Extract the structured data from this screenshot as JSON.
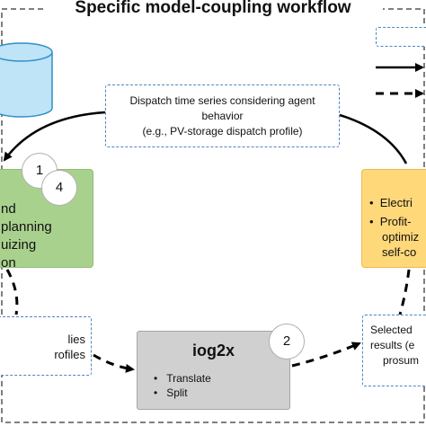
{
  "title": "Specific model-coupling workflow",
  "dispatch_box": {
    "line1": "Dispatch time series considering agent",
    "line2": "behavior",
    "line3": "(e.g., PV-storage dispatch profile)"
  },
  "left_module": {
    "line1": "nd",
    "line2": "planning",
    "line3": "uizing",
    "line4": "on"
  },
  "right_module": {
    "bullet1": "Electri",
    "bullet2": "Profit-",
    "line3": "optimiz",
    "line4": "self-co"
  },
  "left_output": {
    "line1": "lies",
    "line2": "rofiles"
  },
  "right_output": {
    "line1": "Selected",
    "line2": "results (e",
    "line3": "prosum"
  },
  "tool_box": {
    "name": "iog2x",
    "items": [
      "Translate",
      "Split"
    ]
  },
  "step_badges": [
    "1",
    "4",
    "2"
  ],
  "colors": {
    "frame_dash": "#555555",
    "dashed_box_border": "#4a86c5",
    "green_fill": "#a9d18e",
    "orange_fill": "#ffd87a",
    "grey_fill": "#d0d0d0",
    "database_fill": "#bfe3f7"
  }
}
